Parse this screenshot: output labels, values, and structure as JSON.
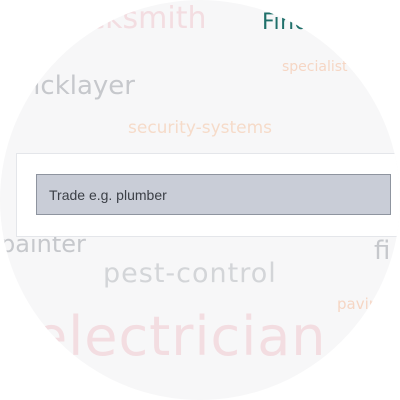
{
  "background_words": {
    "locksmith": "locksmith",
    "find": "Find",
    "specialist": "specialist",
    "bricklayer": "bricklayer",
    "security": "security-systems",
    "painter": "painter",
    "fi": "fi",
    "pest": "pest-control",
    "paving": "paving",
    "electrician": "electrician"
  },
  "search": {
    "placeholder": "Trade e.g. plumber",
    "value": ""
  },
  "colors": {
    "accent": "#1f6f6a",
    "input_bg": "#c9cdd7"
  }
}
